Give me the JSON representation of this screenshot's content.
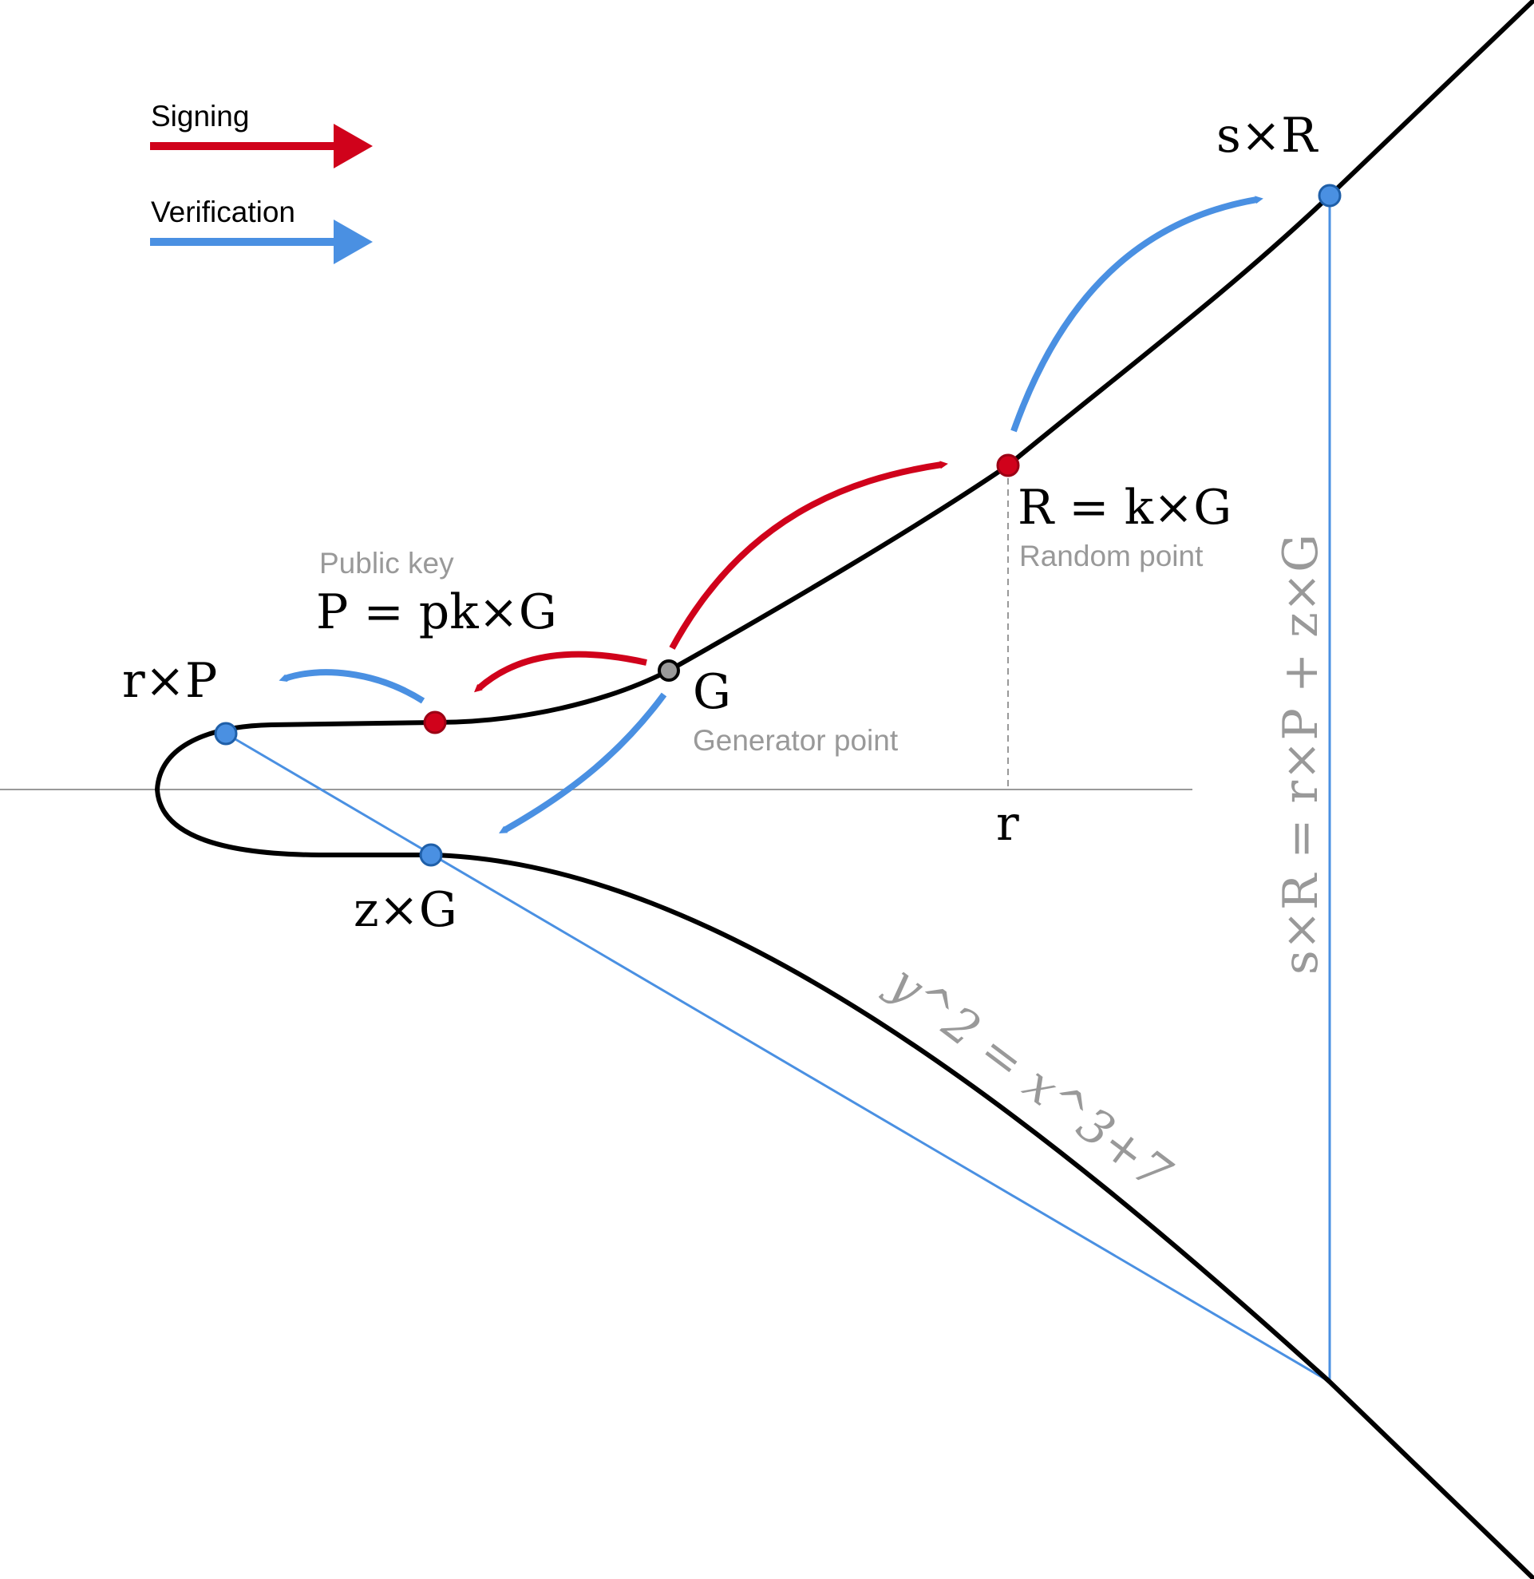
{
  "legend": {
    "signing_label": "Signing",
    "verification_label": "Verification"
  },
  "labels": {
    "public_key_caption": "Public key",
    "public_key": "P = pk×G",
    "random_point": "R = k×G",
    "random_point_caption": "Random point",
    "generator": "G",
    "generator_caption": "Generator point",
    "r_axis": "r",
    "r_times_p": "r×P",
    "z_times_g": "z×G",
    "s_times_r": "s×R",
    "curve_equation": "y^2 = x^3+7",
    "verification_equation": "s×R = r×P + z×G"
  },
  "colors": {
    "signing": "#d0021b",
    "verification": "#4a90e2",
    "curve": "#000000",
    "axis": "#999999",
    "muted_text": "#999999",
    "generator_point": "#999999"
  }
}
